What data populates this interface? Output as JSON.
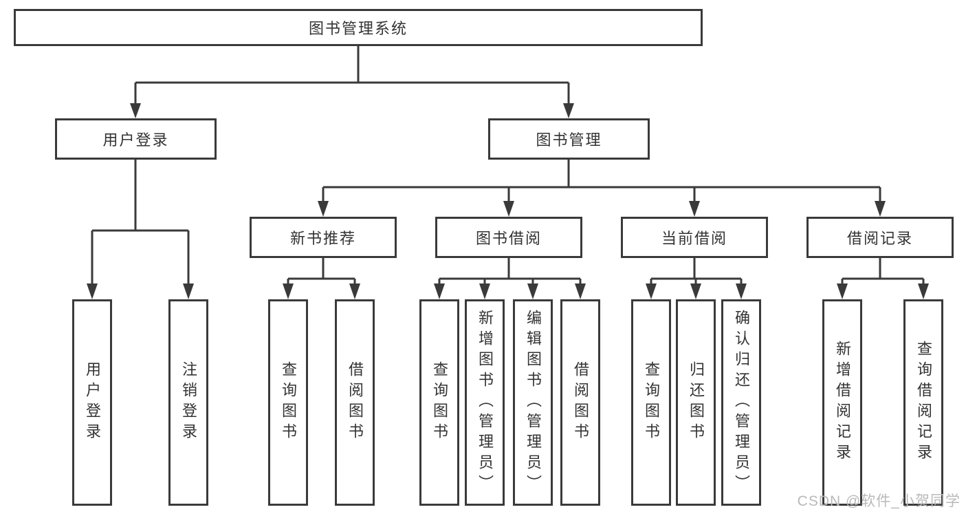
{
  "diagram_type": "hierarchy-tree",
  "root_label": "图书管理系统",
  "nodes": {
    "user_login": "用户登录",
    "book_management": "图书管理",
    "new_book_recommend": "新书推荐",
    "book_borrow": "图书借阅",
    "current_borrow": "当前借阅",
    "borrow_record": "借阅记录"
  },
  "leaves": {
    "user_login_leaf": "用户登录",
    "logout": "注销登录",
    "nb_query_book": "查询图书",
    "nb_borrow_book": "借阅图书",
    "bb_query_book": "查询图书",
    "bb_add_book": "新增图书（管理员）",
    "bb_edit_book": "编辑图书（管理员）",
    "bb_borrow_book": "借阅图书",
    "cb_query_book": "查询图书",
    "cb_return_book": "归还图书",
    "cb_confirm_return": "确认归还（管理员）",
    "br_add_record": "新增借阅记录",
    "br_query_record": "查询借阅记录"
  },
  "watermark": "CSDN @软件_小贺同学",
  "colors": {
    "line": "#3a3a3a",
    "text": "#333333",
    "watermark": "#b9b9b9",
    "background": "#ffffff"
  }
}
